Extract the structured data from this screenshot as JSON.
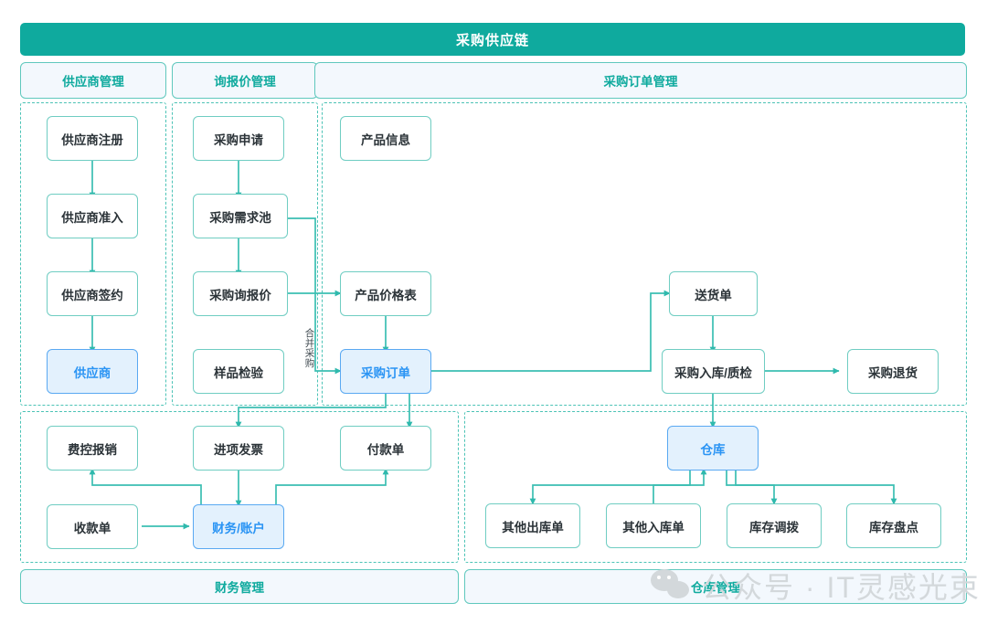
{
  "title": "采购供应链",
  "column_headers": [
    {
      "label": "供应商管理"
    },
    {
      "label": "询报价管理"
    },
    {
      "label": "采购订单管理"
    }
  ],
  "footers": [
    {
      "label": "财务管理"
    },
    {
      "label": "仓库管理"
    }
  ],
  "nodes": {
    "supplier_register": "供应商注册",
    "supplier_admit": "供应商准入",
    "supplier_sign": "供应商签约",
    "supplier": "供应商",
    "purchase_apply": "采购申请",
    "demand_pool": "采购需求池",
    "inquiry_quote": "采购询报价",
    "sample_check": "样品检验",
    "product_info": "产品信息",
    "price_table": "产品价格表",
    "purchase_order": "采购订单",
    "delivery_note": "送货单",
    "inbound_qc": "采购入库/质检",
    "purchase_return": "采购退货",
    "expense_claim": "费控报销",
    "input_invoice": "进项发票",
    "payment_order": "付款单",
    "receipt_order": "收款单",
    "finance_account": "财务/账户",
    "warehouse": "仓库",
    "other_outbound": "其他出库单",
    "other_inbound": "其他入库单",
    "stock_transfer": "库存调拨",
    "stock_count": "库存盘点"
  },
  "edge_labels": {
    "merge_purchase": "合并采购"
  },
  "watermark": {
    "text": "公众号 · IT灵感光束",
    "icon": "wechat-logo"
  },
  "colors": {
    "brand_teal": "#0faa9e",
    "line_teal": "#3bbfb2",
    "highlight_blue": "#2a94f4",
    "highlight_fill": "#e3f1fd",
    "header_fill": "#f3f8fd"
  }
}
